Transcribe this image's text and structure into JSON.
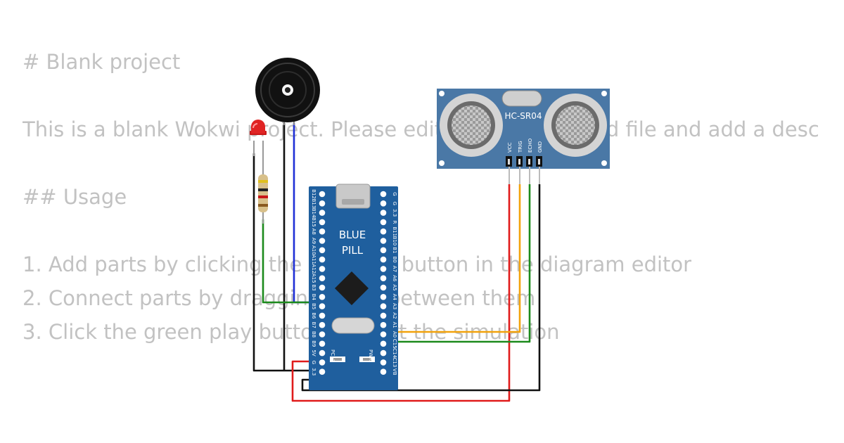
{
  "readme": {
    "heading": "# Blank project",
    "intro": "This is a blank Wokwi project. Please edit this README.md file and add a description of your project.",
    "usage_heading": "## Usage",
    "steps": [
      "1. Add parts by clicking the blue \"+\" button in the diagram editor",
      "2. Connect parts by dragging wires between them",
      "3. Click the green play button to start the simulation"
    ]
  },
  "parts": {
    "board": {
      "name_line1": "BLUE",
      "name_line2": "PILL",
      "led_labels": [
        "PC13",
        "PWR"
      ],
      "left_pins": [
        "B12",
        "B13",
        "B14",
        "B15",
        "A8",
        "A9",
        "A10",
        "A11",
        "A12",
        "A15",
        "B3",
        "B4",
        "B5",
        "B6",
        "B7",
        "B8",
        "B9",
        "5V",
        "G",
        "3.3"
      ],
      "right_pins": [
        "G",
        "G",
        "3.3",
        "R",
        "B11",
        "B10",
        "B1",
        "B0",
        "A7",
        "A6",
        "A5",
        "A4",
        "A3",
        "A2",
        "A1",
        "A0",
        "C15",
        "C14",
        "C13",
        "VB"
      ]
    },
    "sensor": {
      "name": "HC-SR04",
      "pins": [
        "VCC",
        "TRIG",
        "ECHO",
        "GND"
      ]
    }
  },
  "colors": {
    "board_blue": "#1f5f9e",
    "sensor_blue": "#4a78a6",
    "wire_red": "#e01b1b",
    "wire_black": "#111111",
    "wire_green": "#1c8a1c",
    "wire_blue": "#1f2fd6",
    "wire_orange": "#f2a20c",
    "readme_text": "#c2c2c2"
  }
}
